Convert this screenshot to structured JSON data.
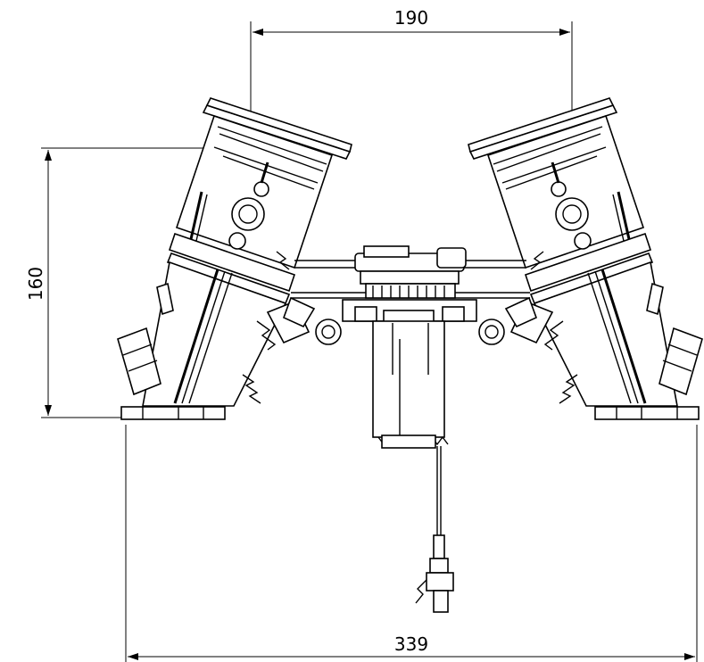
{
  "dimensions": {
    "top_width": "190",
    "left_height": "160",
    "bottom_width": "339"
  },
  "colors": {
    "line": "#000000",
    "background": "#ffffff"
  }
}
